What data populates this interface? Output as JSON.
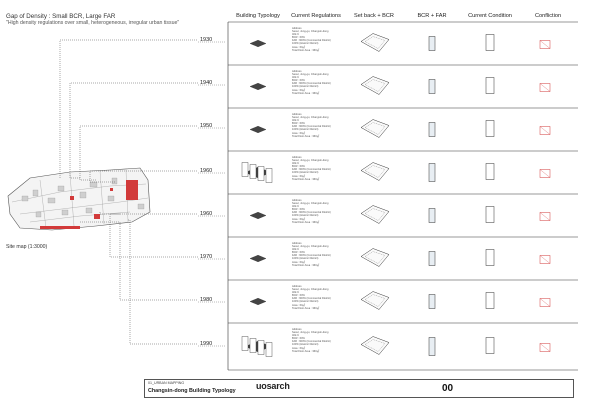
{
  "header": {
    "title": "Gap of Density : Small BCR, Large FAR",
    "subtitle": "\"High density regulations over small, heterogeneous, irregular urban tissue\""
  },
  "site_map_label": "Site map (1:3000)",
  "years": [
    "1930",
    "1940",
    "1950",
    "1960",
    "1960",
    "1970",
    "1980",
    "1990"
  ],
  "columns": [
    "Building Typology",
    "Current Regulations",
    "Set back + BCR",
    "BCR + FAR",
    "Current Condition",
    "Confliction"
  ],
  "regulation_text": "Address\nSeoul, Jung-gu, Changsin-dong\n402-9\nBCR : 60%\nFAR : 600% (Commercial District)\n100% (Historic District)\nArea : 60㎡\nTotal Floor Area : 360㎡",
  "colors": {
    "line": "#333333",
    "dotted": "#555555",
    "conflict": "#d23a3a",
    "building": "#e8eef3"
  },
  "title_block": {
    "studio": "01_URBAN MAPPING",
    "title": "Changsin-dong Building Typology",
    "logo": "uosarch",
    "sheet": "00"
  }
}
